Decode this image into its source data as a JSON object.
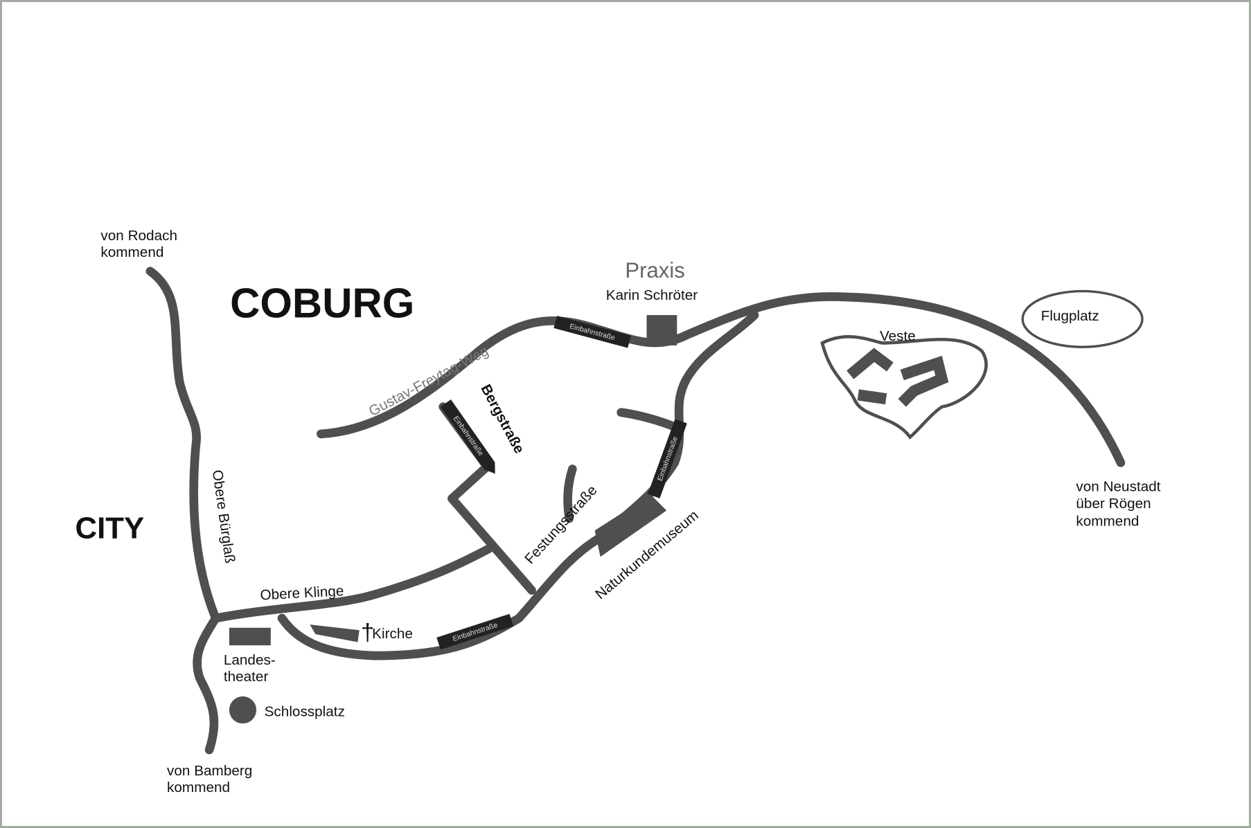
{
  "map": {
    "title": "COBURG",
    "city_label": "CITY",
    "practice": {
      "title": "Praxis",
      "name": "Karin Schröter"
    },
    "streets": {
      "gustav": "Gustav-Freytag-Weg",
      "berg": "Bergstraße",
      "festung": "Festungsstraße",
      "obere_klinge": "Obere Klinge",
      "obere_buergl": "Obere Bürglaß",
      "oneway": "Einbahnstraße"
    },
    "places": {
      "naturkunde": "Naturkundemuseum",
      "kirche": "Kirche",
      "landestheater_1": "Landes-",
      "landestheater_2": "theater",
      "schlossplatz": "Schlossplatz",
      "veste": "Veste",
      "flugplatz": "Flugplatz"
    },
    "directions": {
      "rodach": [
        "von Rodach",
        "kommend"
      ],
      "bamberg": [
        "von Bamberg",
        "kommend"
      ],
      "neustadt": [
        "von Neustadt",
        "über Rögen",
        "kommend"
      ]
    },
    "colors": {
      "road": "#4f4f4f",
      "building": "#4f4f4f",
      "border": "#a3aca0"
    }
  }
}
